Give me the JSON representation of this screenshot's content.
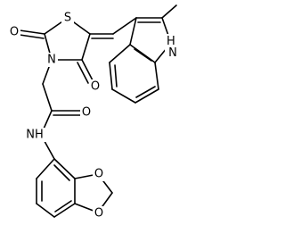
{
  "molecule": {
    "atoms": {
      "s1": "S",
      "o2": "O",
      "n3": "N",
      "o4": "O",
      "nh_indole": "H\nN",
      "o_amide": "O",
      "nh_amide": "NH",
      "o_dioxole_1": "O",
      "o_dioxole_2": "O"
    }
  }
}
